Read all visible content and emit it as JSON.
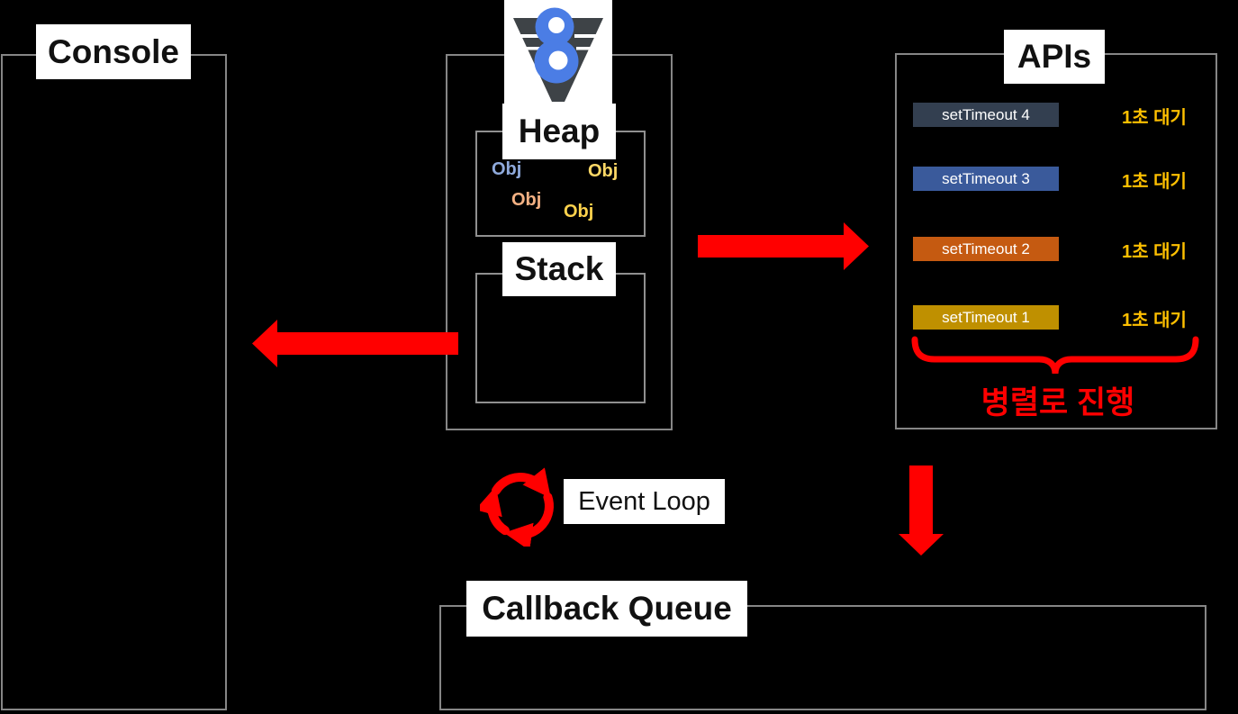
{
  "console": {
    "label": "Console"
  },
  "v8": {
    "heap": {
      "label": "Heap",
      "objects": [
        {
          "text": "Obj",
          "color": "#8faadc"
        },
        {
          "text": "Obj",
          "color": "#ffd966"
        },
        {
          "text": "Obj",
          "color": "#f4b183"
        },
        {
          "text": "Obj",
          "color": "#ffd34d"
        }
      ]
    },
    "stack": {
      "label": "Stack"
    }
  },
  "apis": {
    "label": "APIs",
    "timeouts": [
      {
        "name": "setTimeout 4",
        "color": "#333f50",
        "wait": "1초 대기"
      },
      {
        "name": "setTimeout 3",
        "color": "#3a5a9b",
        "wait": "1초 대기"
      },
      {
        "name": "setTimeout 2",
        "color": "#c55a11",
        "wait": "1초 대기"
      },
      {
        "name": "setTimeout 1",
        "color": "#bf9000",
        "wait": "1초 대기"
      }
    ],
    "parallel_note": "병렬로 진행"
  },
  "event_loop": {
    "label": "Event Loop"
  },
  "callback_queue": {
    "label": "Callback Queue"
  },
  "colors": {
    "background": "#000000",
    "panel_border": "#868686",
    "arrow_red": "#ff0000",
    "wait_text": "#ffc000",
    "v8_blue": "#4b7de5",
    "v8_dark": "#3e4347"
  }
}
